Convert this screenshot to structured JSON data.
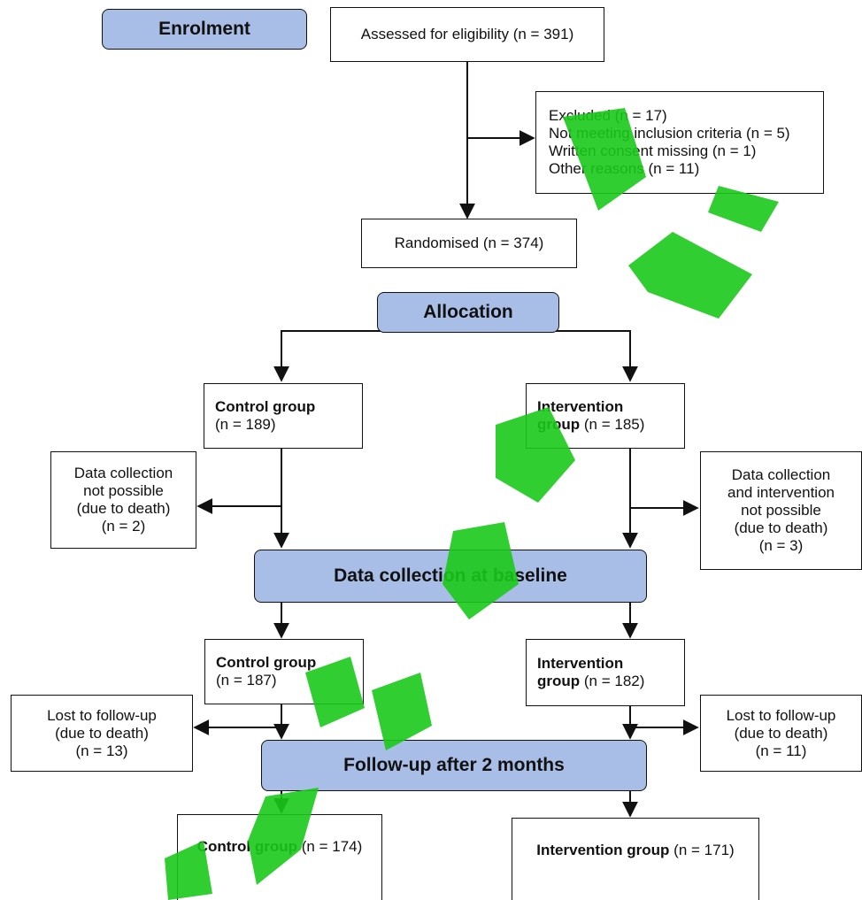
{
  "stages": {
    "enrolment": "Enrolment",
    "allocation": "Allocation",
    "baseline": "Data collection at baseline",
    "followup": "Follow-up after 2 months"
  },
  "assessed": "Assessed for eligibility (n = 391)",
  "excluded": {
    "title": "Excluded (n = 17)",
    "line1": "Not meeting inclusion criteria (n = 5)",
    "line2": "Written consent missing (n = 1)",
    "line3": "Other reasons (n = 11)"
  },
  "randomised": "Randomised (n = 374)",
  "control_alloc": {
    "bold": "Control group",
    "n": "(n = 189)"
  },
  "interv_alloc": {
    "bold1": "Intervention",
    "bold2": "group",
    "n": " (n = 185)"
  },
  "control_loss1": [
    "Data collection",
    "not possible",
    "(due to death)",
    "(n = 2)"
  ],
  "interv_loss1": [
    "Data collection",
    "and intervention",
    "not possible",
    "(due to death)",
    "(n = 3)"
  ],
  "control_base": {
    "bold": "Control group",
    "n": "(n = 187)"
  },
  "interv_base": {
    "bold1": "Intervention",
    "bold2": "group",
    "n": " (n = 182)"
  },
  "control_loss2": [
    "Lost to follow-up",
    "(due to death)",
    "(n = 13)"
  ],
  "interv_loss2": [
    "Lost to follow-up",
    "(due to death)",
    "(n = 11)"
  ],
  "control_final": {
    "bold": "Control group",
    "n": " (n = 174)"
  },
  "interv_final": {
    "bold": "Intervention group",
    "n": " (n = 171)"
  },
  "colors": {
    "stage_fill": "#a9bee6",
    "watermark": "#19c919"
  }
}
